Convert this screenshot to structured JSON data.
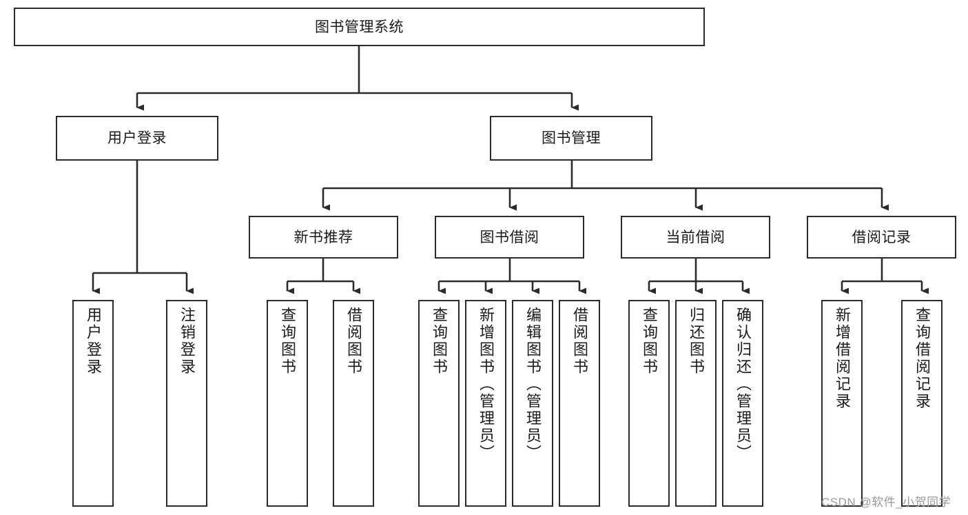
{
  "diagram": {
    "type": "hierarchy-tree",
    "title": "图书管理系统",
    "watermark": "CSDN @软件_小贺同学",
    "colors": {
      "border": "#2b2b2b",
      "background": "#ffffff",
      "text": "#1a1a1a",
      "watermark": "#9a9a9a"
    },
    "levels": {
      "root": {
        "label": "图书管理系统"
      },
      "level2": [
        {
          "label": "用户登录"
        },
        {
          "label": "图书管理"
        }
      ],
      "level3": [
        {
          "label": "新书推荐"
        },
        {
          "label": "图书借阅"
        },
        {
          "label": "当前借阅"
        },
        {
          "label": "借阅记录"
        }
      ],
      "leaves": {
        "user_login": [
          {
            "label": "用户登录"
          },
          {
            "label": "注销登录"
          }
        ],
        "new_book": [
          {
            "label": "查询图书"
          },
          {
            "label": "借阅图书"
          }
        ],
        "book_borrow": [
          {
            "label": "查询图书"
          },
          {
            "label": "新增图书（管理员）"
          },
          {
            "label": "编辑图书（管理员）"
          },
          {
            "label": "借阅图书"
          }
        ],
        "current_borrow": [
          {
            "label": "查询图书"
          },
          {
            "label": "归还图书"
          },
          {
            "label": "确认归还（管理员）"
          }
        ],
        "borrow_record": [
          {
            "label": "新增借阅记录"
          },
          {
            "label": "查询借阅记录"
          }
        ]
      }
    }
  }
}
